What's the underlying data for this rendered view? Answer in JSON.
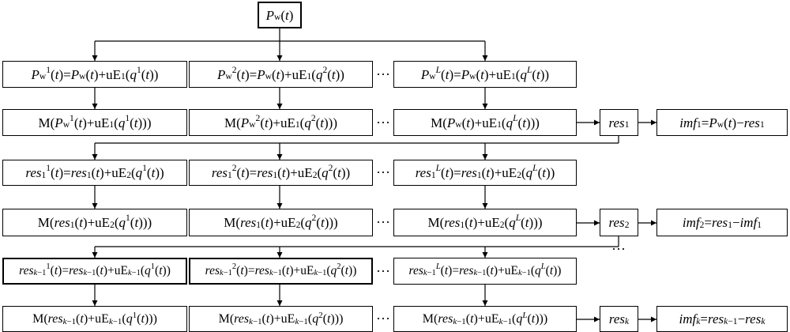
{
  "nodes": {
    "input": "P_w(t)",
    "r1": [
      "P_w^1(t)=P_w(t)+uE_1(q^1(t))",
      "P_w^2(t)=P_w(t)+uE_1(q^2(t))",
      "P_w^L(t)=P_w(t)+uE_1(q^L(t))"
    ],
    "r2": [
      "M(P_w^1(t)+uE_1(q^1(t)))",
      "M(P_w^2(t)+uE_1(q^2(t)))",
      "M(P_w(t)+uE_1(q^L(t)))"
    ],
    "res1": "res_1",
    "imf1": "imf_1=P_w(t)−res_1",
    "r3": [
      "res_1^1(t)=res_1(t)+uE_2(q^1(t))",
      "res_1^2(t)=res_1(t)+uE_2(q^2(t))",
      "res_1^L(t)=res_1(t)+uE_2(q^L(t))"
    ],
    "r4": [
      "M(res_1(t)+uE_2(q^1(t)))",
      "M(res_1(t)+uE_2(q^2(t)))",
      "M(res_1(t)+uE_2(q^L(t)))"
    ],
    "res2": "res_2",
    "imf2": "imf_2=res_1−imf_1",
    "r5": [
      "res_{k−1}^1(t)=res_{k−1}(t)+uE_{k−1}(q^1(t))",
      "res_{k−1}^2(t)=res_{k−1}(t)+uE_{k−1}(q^2(t))",
      "res_{k−1}^L(t)=res_{k−1}(t)+uE_{k−1}(q^L(t))"
    ],
    "r6": [
      "M(res_{k−1}(t)+uE_{k−1}(q^1(t)))",
      "M(res_{k−1}(t)+uE_{k−1}(q^2(t)))",
      "M(res_{k−1}(t)+uE_{k−1}(q^L(t)))"
    ],
    "resk": "res_k",
    "imfk": "imf_k=res_{k−1}−res_k"
  },
  "ellipsis": "···"
}
